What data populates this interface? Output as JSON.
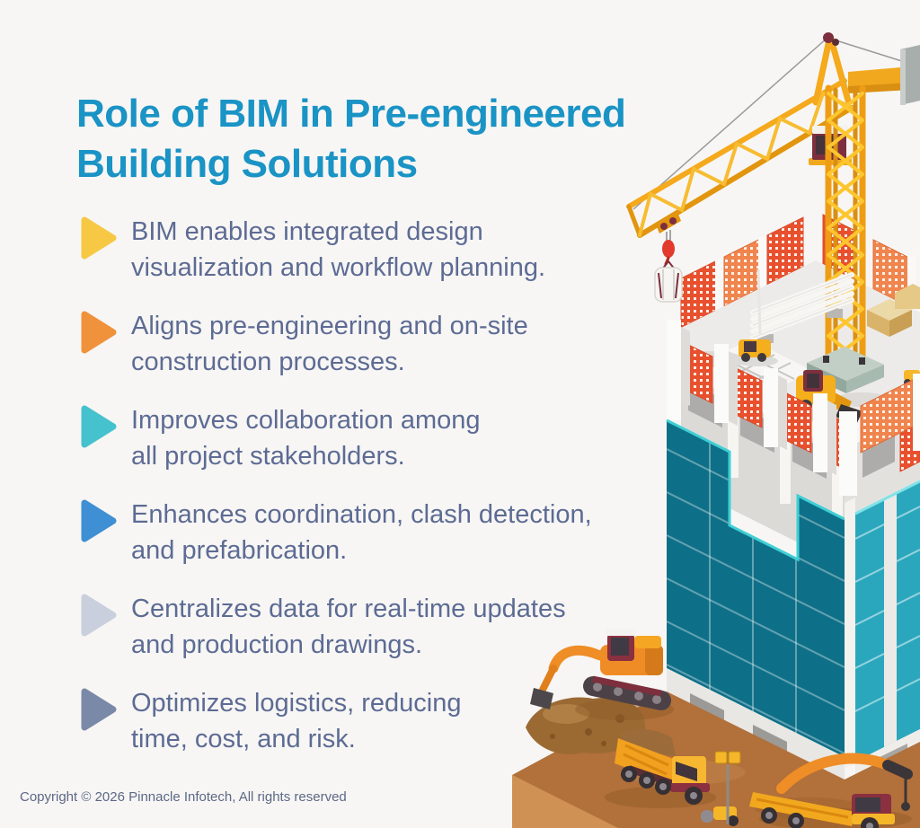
{
  "page": {
    "background": "#f7f6f4"
  },
  "title": {
    "line1": "Role of BIM in Pre-engineered",
    "line2": "Building Solutions",
    "color": "#1a93c5"
  },
  "bullets": [
    {
      "line1": "BIM enables integrated design",
      "line2": "visualization and workflow planning.",
      "arrow_color": "#F6C844"
    },
    {
      "line1": "Aligns pre-engineering and on-site",
      "line2": "construction processes.",
      "arrow_color": "#F0913C"
    },
    {
      "line1": "Improves collaboration among",
      "line2": "all project stakeholders.",
      "arrow_color": "#45C2CD"
    },
    {
      "line1": "Enhances coordination, clash detection,",
      "line2": "and prefabrication.",
      "arrow_color": "#3E8FD4"
    },
    {
      "line1": "Centralizes data for real-time updates",
      "line2": "and production drawings.",
      "arrow_color": "#C9CFDC"
    },
    {
      "line1": "Optimizes logistics, reducing",
      "line2": "time, cost, and risk.",
      "arrow_color": "#7B89A8"
    }
  ],
  "footer": {
    "copyright": "Copyright © 2026 Pinnacle Infotech, All rights reserved"
  },
  "text_color": "#5d6b94",
  "illustration": {
    "name": "isometric-construction-site",
    "elements": [
      "tower-crane",
      "crane-hook-load-bag",
      "building-under-construction",
      "teal-glass-facade",
      "safety-mesh-fence",
      "excavator",
      "dump-truck",
      "mobile-crane-truck",
      "skid-steer-loader",
      "pipe-stack",
      "dirt-platform"
    ],
    "colors": {
      "crane_yellow": "#F5A91C",
      "mesh_orange": "#E8502E",
      "glass_dark": "#0E7088",
      "glass_light": "#2BA7BD",
      "concrete": "#ECEAE8",
      "dirt_brown": "#B2703A",
      "machine_maroon": "#7E2F3E"
    }
  }
}
